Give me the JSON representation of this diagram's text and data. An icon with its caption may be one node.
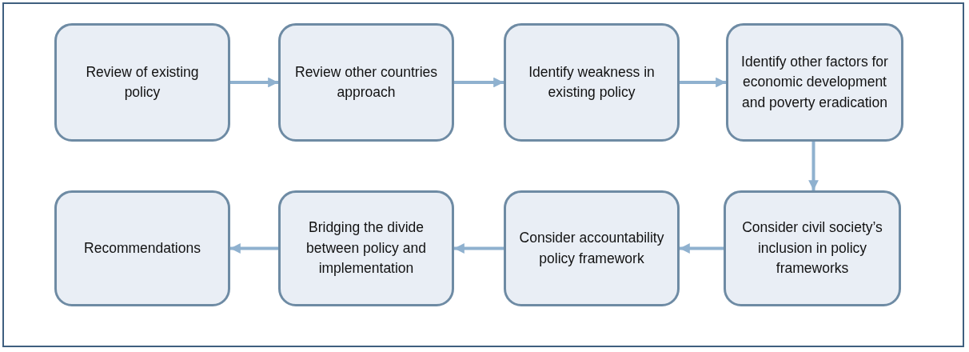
{
  "diagram": {
    "nodes": [
      {
        "text": [
          "Review of existing policy"
        ]
      },
      {
        "text": [
          "Review other countries approach"
        ]
      },
      {
        "text": [
          "Identify weakness in existing policy"
        ]
      },
      {
        "text": [
          "Identify other factors for economic development and poverty eradication"
        ]
      },
      {
        "text": [
          "Consider civil society’s inclusion in policy frameworks"
        ]
      },
      {
        "text": [
          "Consider accountability policy framework"
        ]
      },
      {
        "text": [
          "Bridging the divide between policy and implementation"
        ]
      },
      {
        "text": [
          "Recommendations"
        ]
      }
    ],
    "edges": [
      {
        "from": 0,
        "to": 1,
        "arrow": "to"
      },
      {
        "from": 1,
        "to": 2,
        "arrow": "to"
      },
      {
        "from": 2,
        "to": 3,
        "arrow": "to"
      },
      {
        "from": 3,
        "to": 4,
        "arrow": "to"
      },
      {
        "from": 4,
        "to": 5,
        "arrow": "to"
      },
      {
        "from": 5,
        "to": 6,
        "arrow": "to"
      },
      {
        "from": 6,
        "to": 7,
        "arrow": "to"
      }
    ]
  }
}
